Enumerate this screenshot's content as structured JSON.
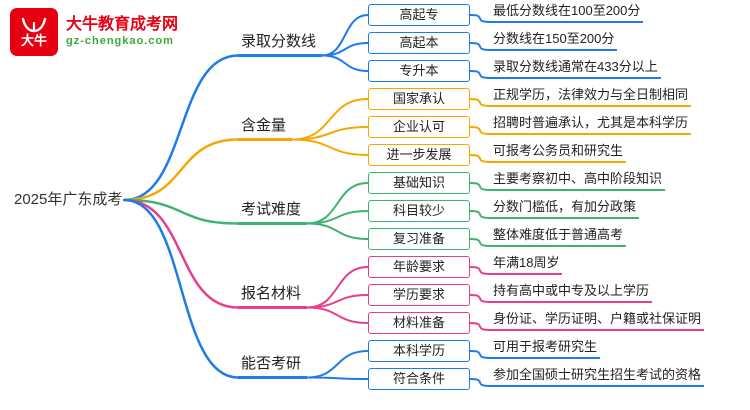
{
  "logo": {
    "icon": "bull-logo-icon",
    "square_text": "大牛",
    "site_name": "大牛教育成考网",
    "domain": "gz-chengkao.com",
    "brand_red": "#e60012",
    "brand_green": "#3aaa35"
  },
  "root": {
    "label": "2025年广东成考"
  },
  "branches": [
    {
      "label": "录取分数线",
      "color": "#1e7ce8",
      "children": [
        {
          "label": "高起专",
          "desc": "最低分数线在100至200分"
        },
        {
          "label": "高起本",
          "desc": "分数线在150至200分"
        },
        {
          "label": "专升本",
          "desc": "录取分数线通常在433分以上"
        }
      ]
    },
    {
      "label": "含金量",
      "color": "#f5a800",
      "children": [
        {
          "label": "国家承认",
          "desc": "正规学历，法律效力与全日制相同"
        },
        {
          "label": "企业认可",
          "desc": "招聘时普遍承认，尤其是本科学历"
        },
        {
          "label": "进一步发展",
          "desc": "可报考公务员和研究生"
        }
      ]
    },
    {
      "label": "考试难度",
      "color": "#3eb370",
      "children": [
        {
          "label": "基础知识",
          "desc": "主要考察初中、高中阶段知识"
        },
        {
          "label": "科目较少",
          "desc": "分数门槛低，有加分政策"
        },
        {
          "label": "复习准备",
          "desc": "整体难度低于普通高考"
        }
      ]
    },
    {
      "label": "报名材料",
      "color": "#e83e8c",
      "children": [
        {
          "label": "年龄要求",
          "desc": "年满18周岁"
        },
        {
          "label": "学历要求",
          "desc": "持有高中或中专及以上学历"
        },
        {
          "label": "材料准备",
          "desc": "身份证、学历证明、户籍或社保证明"
        }
      ]
    },
    {
      "label": "能否考研",
      "color": "#1e7ce8",
      "children": [
        {
          "label": "本科学历",
          "desc": "可用于报考研究生"
        },
        {
          "label": "符合条件",
          "desc": "参加全国硕士研究生招生考试的资格"
        }
      ]
    }
  ]
}
